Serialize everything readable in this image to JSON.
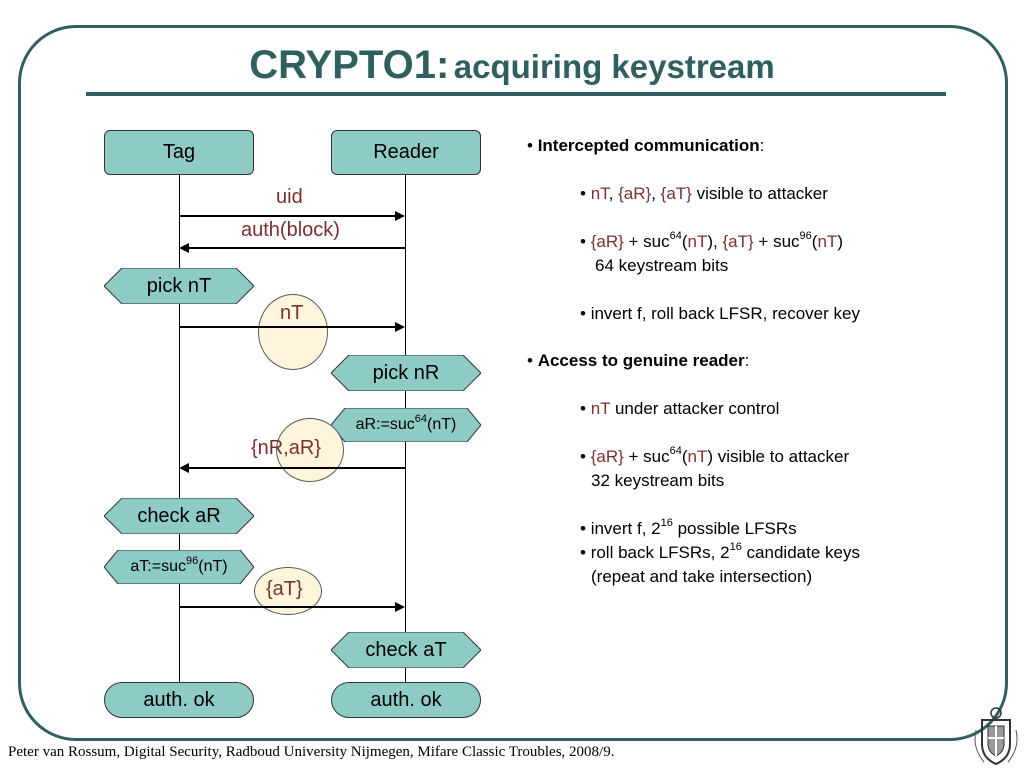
{
  "title": {
    "main": "CRYPTO1:",
    "sub": "acquiring keystream"
  },
  "diagram": {
    "tag_label": "Tag",
    "reader_label": "Reader",
    "msg_uid": "uid",
    "msg_auth": "auth(block)",
    "pick_nT": "pick nT",
    "msg_nT": "nT",
    "pick_nR": "pick nR",
    "aR_calc": {
      "pre": "aR:=suc",
      "sup": "64",
      "post": "(nT)"
    },
    "msg_nRaR": "{nR,aR}",
    "check_aR": "check aR",
    "aT_calc": {
      "pre": "aT:=suc",
      "sup": "96",
      "post": "(nT)"
    },
    "msg_aT": "{aT}",
    "check_aT": "check aT",
    "tag_ok": "auth. ok",
    "reader_ok": "auth. ok"
  },
  "bullets": {
    "b1_head": "Intercepted communication",
    "b1_colon": ":",
    "s1": {
      "nT": "nT",
      "c1": ", ",
      "aR": "{aR}",
      "c2": ", ",
      "aT": "{aT}",
      "rest": " visible to attacker"
    },
    "s2": {
      "aR": "{aR}",
      "plus1": " + suc",
      "sup1": "64",
      "op1": "(",
      "nT1": "nT",
      "cp1": "), ",
      "aT": "{aT}",
      "plus2": " + suc",
      "sup2": "96",
      "op2": "(",
      "nT2": "nT",
      "cp2": ")",
      "line2": "64 keystream bits"
    },
    "s3": "invert f, roll back LFSR, recover key",
    "b2_head": "Access to genuine reader",
    "b2_colon": ":",
    "s4": {
      "nT": "nT",
      "rest": " under attacker control"
    },
    "s5": {
      "aR": "{aR}",
      "plus": " + suc",
      "sup": "64",
      "op": "(",
      "nT": "nT",
      "rest": ") visible to attacker",
      "line2": "32 keystream bits"
    },
    "s6": {
      "pre": "invert f, 2",
      "sup": "16",
      "post": " possible LFSRs"
    },
    "s7": {
      "pre": "roll back LFSRs, 2",
      "sup": "16",
      "post": " candidate keys",
      "line2": "(repeat and take intersection)"
    },
    "bullet_char": "•"
  },
  "footer": "Peter van Rossum, Digital Security, Radboud University Nijmegen, Mifare Classic Troubles, 2008/9.",
  "colors": {
    "accent": "#2f5f5f",
    "node_fill": "#8ecbc4",
    "message": "#7b3030",
    "highlight": "#fdf6dd"
  },
  "icons": {
    "logo": "radboud-university-seal-icon"
  }
}
